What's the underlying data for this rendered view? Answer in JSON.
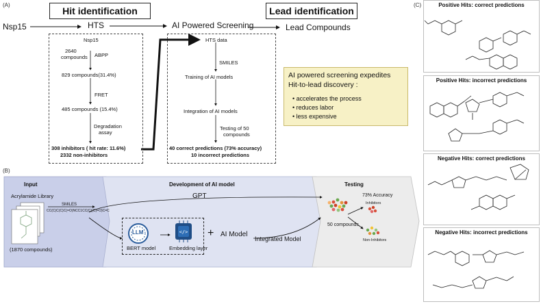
{
  "panels": {
    "a_label": "(A)",
    "b_label": "(B)",
    "c_label": "(C)"
  },
  "top_row": {
    "hit_identification": "Hit identification",
    "lead_identification": "Lead identification",
    "nsp15": "Nsp15",
    "hts": "HTS",
    "ai_screening": "AI Powered Screening",
    "lead_compounds": "Lead Compounds"
  },
  "hts_box": {
    "title": "Nsp15",
    "compounds_n": "2640",
    "compounds_word": "compounds",
    "abpp": "ABPP",
    "step1": "829 compounds(31.4%)",
    "fret": "FRET",
    "step2": "485 compounds (15.4%)",
    "degradation": "Degradation",
    "assay": "assay",
    "result1": "308 inhibitors ( hit rate: 11.6%)",
    "result2": "2332 non-inhibitors"
  },
  "ai_box": {
    "title": "HTS data",
    "smiles": "SMILES",
    "training": "Training of AI models",
    "integration": "Integration of AI models",
    "testing1": "Testing of 50",
    "testing2": "compounds",
    "result1": "40 correct predictions (73% accuracy)",
    "result2": "10 incorrect predictions"
  },
  "note": {
    "line1": "AI powered screening expedites",
    "line2": "Hit-to-lead discovery :",
    "bullets": [
      "accelerates the process",
      "reduces labor",
      "less expensive"
    ]
  },
  "panel_b": {
    "input": "Input",
    "dev": "Development of AI model",
    "testing": "Testing",
    "library": "Acrylamide Library",
    "smiles_label": "SMILES",
    "smiles_string": "CC(C)C(C)C(=O)NCC1CC(C)(C)=O)C=C",
    "compounds": "(1870 compounds)",
    "gpt": "GPT",
    "llm": "LLM",
    "bert": "BERT model",
    "embedding": "Embedding layer",
    "plus": "+",
    "ai_model": "AI Model",
    "integrated": "Integrated Model",
    "accuracy": "73% Accuracy",
    "fifty": "50 compounds",
    "inhibitors": "Inhibitors",
    "non_inhibitors": "Non-Inhibitors"
  },
  "panel_c": {
    "titles": [
      "Positive Hits: correct predictions",
      "Positive Hits: incorrect predictions",
      "Negative Hits: correct predictions",
      "Negative Hits: incorrect predictions"
    ]
  },
  "colors": {
    "note_bg": "#f7f1c6",
    "input_bg": "#c9cfe9",
    "dev_bg": "#dfe3f2",
    "test_bg": "#ececec"
  }
}
